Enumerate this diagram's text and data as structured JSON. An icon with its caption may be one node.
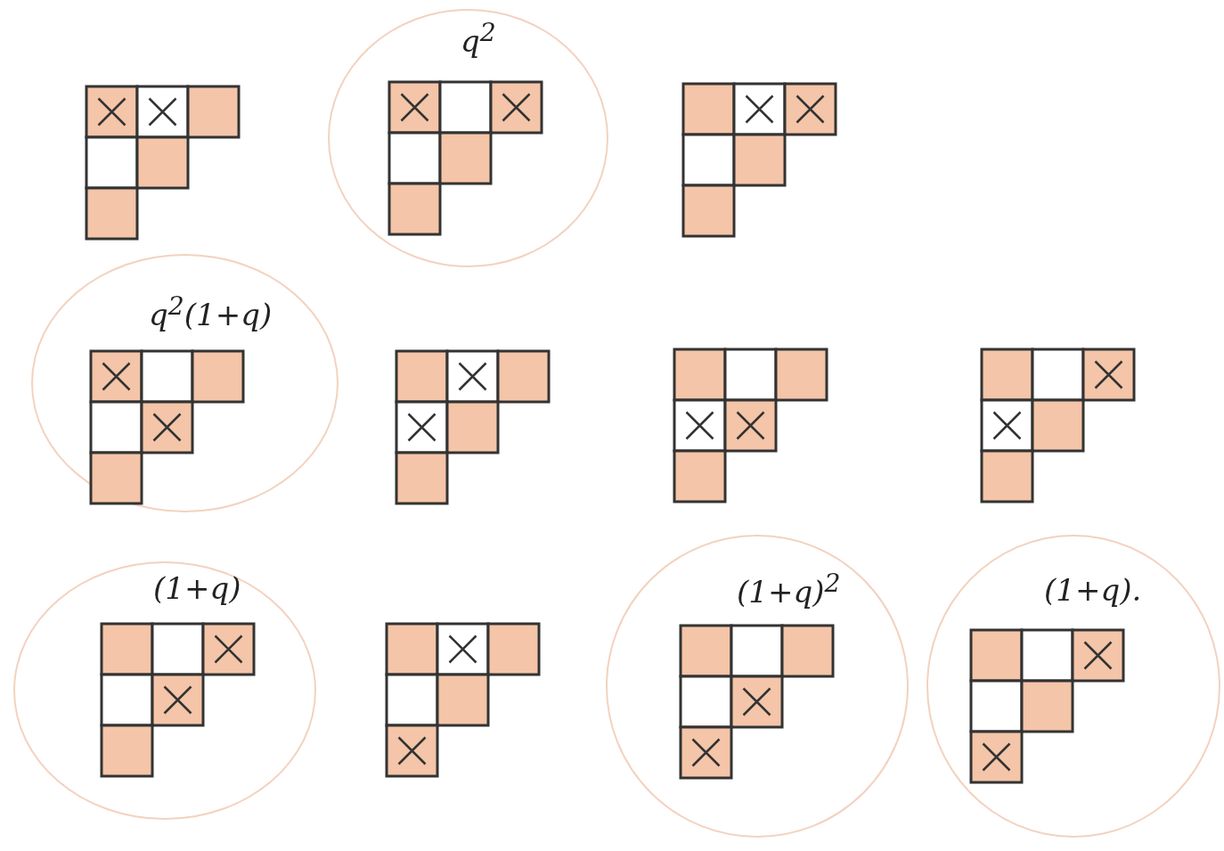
{
  "diagram": {
    "nodes": [
      {
        "text": [
          "q$^{2}$"
        ]
      },
      {
        "text": [
          "q$^{2}$(1+q)"
        ]
      },
      {
        "text": [
          "(1+q)"
        ]
      },
      {
        "text": [
          "(1+q)$^{2}$"
        ]
      },
      {
        "text": [
          "(1+q)."
        ]
      }
    ]
  }
}
